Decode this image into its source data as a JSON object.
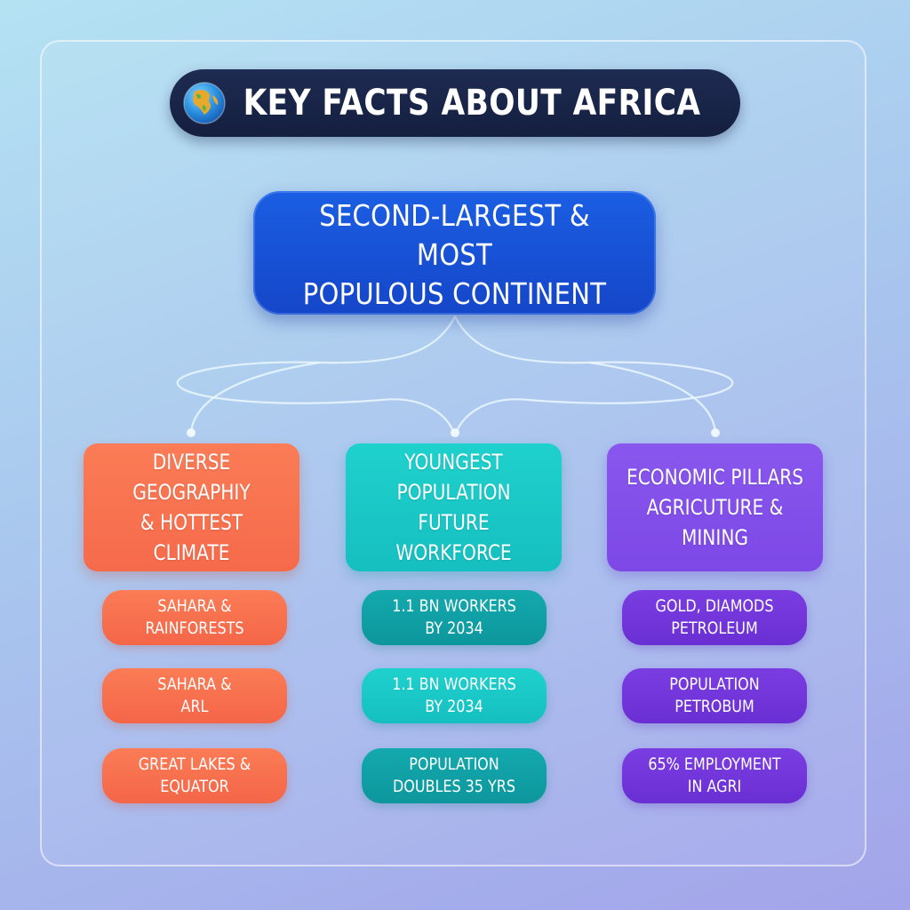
{
  "title": {
    "icon": "globe-icon",
    "text": "KEY FACTS ABOUT AFRICA"
  },
  "root": {
    "line1": "SECOND-LARGEST & MOST",
    "line2": "POPULOUS CONTINENT",
    "color": "#1a56db"
  },
  "categories": [
    {
      "line1": "DIVERSE GEOGRAPHIY",
      "line2": "& HOTTEST CLIMATE",
      "color": "#f97452",
      "items": [
        {
          "line1": "SAHARA &",
          "line2": "RAINFORESTS"
        },
        {
          "line1": "SAHARA &",
          "line2": "ARL"
        },
        {
          "line1": "GREAT LAKES &",
          "line2": "EQUATOR"
        }
      ]
    },
    {
      "line1": "YOUNGEST POPULATION",
      "line2": "FUTURE WORKFORCE",
      "color": "#1ccac7",
      "items": [
        {
          "line1": "1.1 BN WORKERS",
          "line2": "BY 2034"
        },
        {
          "line1": "1.1 BN WORKERS",
          "line2": "BY 2034"
        },
        {
          "line1": "POPULATION",
          "line2": "DOUBLES 35 YRS"
        }
      ]
    },
    {
      "line1": "ECONOMIC PILLARS",
      "line2": "AGRICUTURE & MINING",
      "color": "#8350eb",
      "items": [
        {
          "line1": "GOLD, DIAMODS",
          "line2": "PETROLEUM"
        },
        {
          "line1": "POPULATION",
          "line2": "PETROBUM"
        },
        {
          "line1": "65% EMPLOYMENT",
          "line2": "IN AGRI"
        }
      ]
    }
  ]
}
